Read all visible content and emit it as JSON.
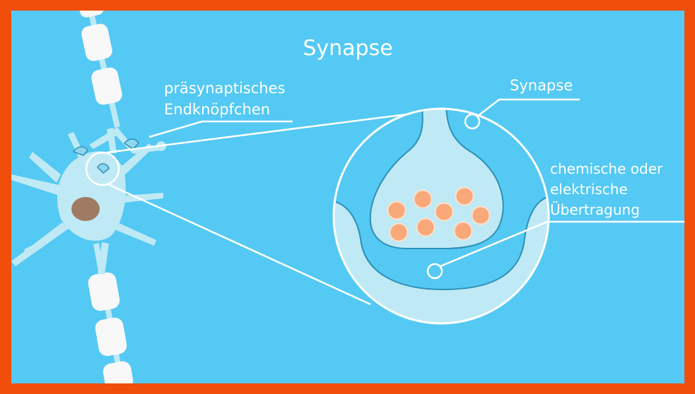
{
  "title": "Synapse",
  "labels": {
    "presynaptic_line1": "präsynaptisches",
    "presynaptic_line2": "Endknöpfchen",
    "synapse": "Synapse",
    "transmission_line1": "chemische oder",
    "transmission_line2": "elektrische",
    "transmission_line3": "Übertragung"
  },
  "colors": {
    "frame": "#f04e0a",
    "background": "#54c9f3",
    "cell": "#bfeaf5",
    "cell_outline": "#2e8fb6",
    "nucleus": "#a07a62",
    "myelin": "#f8f8f8",
    "vesicle": "#f9a87a",
    "lines": "#ffffff"
  }
}
